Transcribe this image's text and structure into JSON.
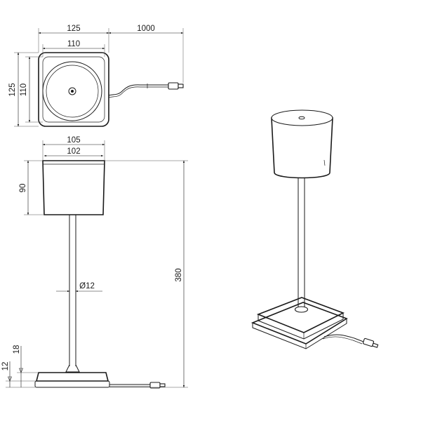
{
  "dimensions": {
    "top_width_outer": "125",
    "top_width_inner": "110",
    "cable_length": "1000",
    "top_height_outer": "125",
    "top_height_inner": "110",
    "shade_width_outer": "105",
    "shade_width_inner": "102",
    "shade_height": "90",
    "stem_diameter": "Ø12",
    "total_height": "380",
    "base_height_total": "18",
    "base_height_plate": "12"
  },
  "colors": {
    "line": "#1a1a1a",
    "background": "#ffffff"
  }
}
